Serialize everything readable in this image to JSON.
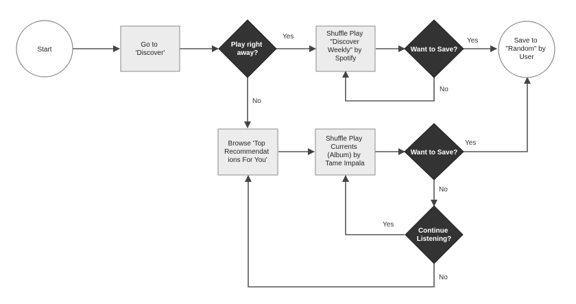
{
  "nodes": {
    "start": {
      "lines": [
        "Start"
      ]
    },
    "go_discover": {
      "lines": [
        "Go to",
        "'Discover'"
      ]
    },
    "play_right_away": {
      "lines": [
        "Play right",
        "away?"
      ]
    },
    "shuffle_dw": {
      "lines": [
        "Shuffle Play",
        "\"Discover",
        "Weekly\" by",
        "Spotify"
      ]
    },
    "want_save_1": {
      "lines": [
        "Want to Save?"
      ]
    },
    "save_random": {
      "lines": [
        "Save to",
        "\"Random\" by",
        "User"
      ]
    },
    "browse_top": {
      "lines": [
        "Browse 'Top",
        "Recommendat",
        "ions For You'"
      ]
    },
    "shuffle_currents": {
      "lines": [
        "Shuffle Play",
        "Currents",
        "(Album) by",
        "Tame Impala"
      ]
    },
    "want_save_2": {
      "lines": [
        "Want to Save?"
      ]
    },
    "continue_listen": {
      "lines": [
        "Continue",
        "Listening?"
      ]
    }
  },
  "edge_labels": {
    "play_yes": "Yes",
    "play_no": "No",
    "save1_yes": "Yes",
    "save1_no": "No",
    "save2_yes": "Yes",
    "save2_no": "No",
    "continue_yes": "Yes",
    "continue_no": "No"
  }
}
